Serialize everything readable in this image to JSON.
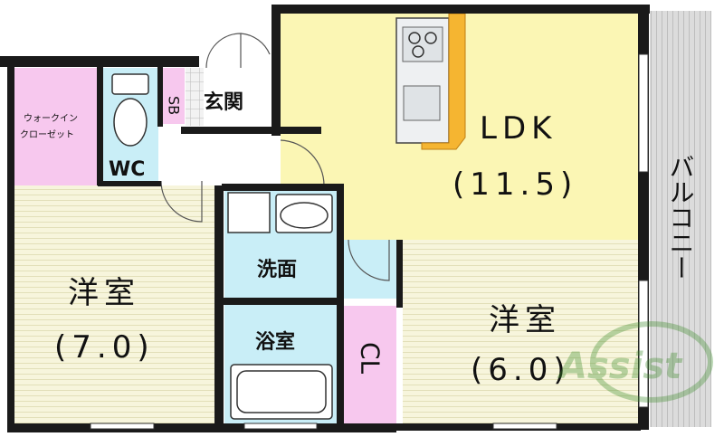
{
  "rooms": {
    "ldk": {
      "name": "LDK",
      "size": "(11.5)"
    },
    "western_left": {
      "name": "洋室",
      "size": "(7.0)"
    },
    "western_right": {
      "name": "洋室",
      "size": "(6.0)"
    },
    "entrance": "玄関",
    "shoe_box": "SB",
    "walk_in_closet": [
      "ウォークイン",
      "クローゼット"
    ],
    "wc": "WC",
    "washroom": "洗面",
    "bathroom": "浴室",
    "closet": "CL",
    "balcony": "バルコニー"
  },
  "watermark": "Assist",
  "colors": {
    "ldk": "#fbf6b4",
    "western": "#f6f4d8",
    "wet": "#c9eef7",
    "closet": "#f7c8ee",
    "balcony": "#d8d8d8",
    "wall": "#1a1a1a",
    "kitchen": "#f5b531"
  }
}
